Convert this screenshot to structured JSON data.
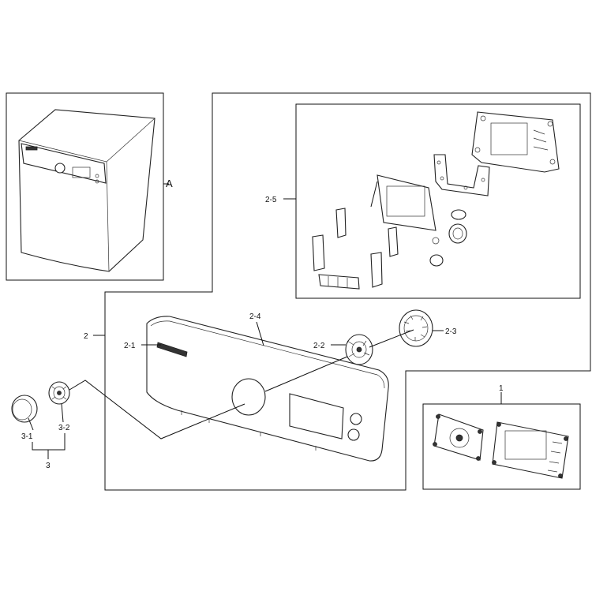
{
  "labels": {
    "A": "A",
    "p1": "1",
    "p2": "2",
    "p2_1": "2-1",
    "p2_2": "2-2",
    "p2_3": "2-3",
    "p2_4": "2-4",
    "p2_5": "2-5",
    "p3": "3",
    "p3_1": "3-1",
    "p3_2": "3-2"
  }
}
